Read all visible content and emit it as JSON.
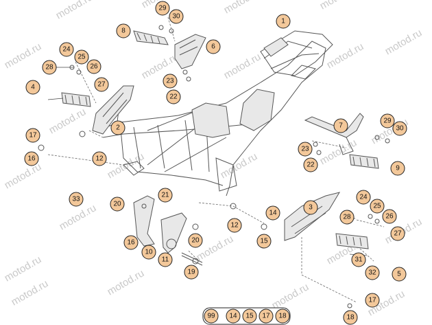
{
  "watermark": "motod.ru",
  "callout_fill": "#f3c89a",
  "callouts": [
    "1",
    "2",
    "3",
    "4",
    "5",
    "6",
    "7",
    "8",
    "9",
    "10",
    "11",
    "12",
    "12",
    "14",
    "15",
    "16",
    "16",
    "17",
    "17",
    "18",
    "19",
    "20",
    "20",
    "21",
    "22",
    "22",
    "23",
    "23",
    "24",
    "24",
    "25",
    "25",
    "26",
    "26",
    "27",
    "27",
    "28",
    "28",
    "29",
    "29",
    "30",
    "30",
    "31",
    "32",
    "33"
  ],
  "kit": {
    "main": "99",
    "items": [
      "14",
      "15",
      "17",
      "18"
    ]
  }
}
